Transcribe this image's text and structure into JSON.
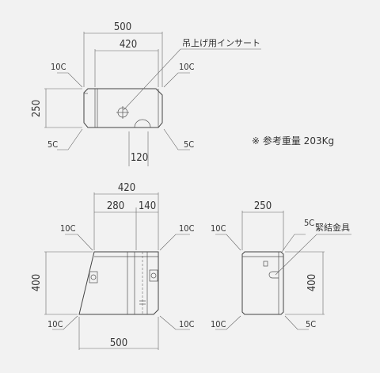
{
  "front": {
    "dim_width": "500",
    "dim_inner": "420",
    "dim_height": "250",
    "dim_notch": "120",
    "chamfer_tl": "10C",
    "chamfer_tr": "10C",
    "chamfer_bl": "5C",
    "chamfer_br": "5C",
    "insert_label": "吊上げ用インサート"
  },
  "note": "※ 参考重量 203Kg",
  "plan": {
    "dim_top": "420",
    "dim_a": "280",
    "dim_b": "140",
    "dim_height": "400",
    "dim_bottom": "500",
    "chamfer_tl": "10C",
    "chamfer_tr": "10C",
    "chamfer_bl": "10C",
    "chamfer_br": "10C"
  },
  "side": {
    "dim_width": "250",
    "dim_height": "400",
    "chamfer_tl": "10C",
    "chamfer_tr": "5C",
    "chamfer_bl": "10C",
    "chamfer_br": "5C",
    "fitting_label": "緊結金具"
  }
}
